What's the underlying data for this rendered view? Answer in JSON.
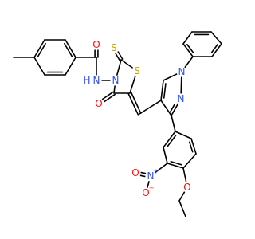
{
  "colors": {
    "bond": "#000000",
    "O": "#ff0d0d",
    "N": "#3050f8",
    "S": "#c8a400",
    "C": "#000000",
    "background": "#ffffff"
  },
  "molecule": {
    "atoms": [
      {
        "id": "me",
        "element": "C",
        "label": "",
        "charge": "",
        "h_side": ""
      },
      {
        "id": "t1",
        "element": "C",
        "label": "",
        "charge": "",
        "h_side": ""
      },
      {
        "id": "t2",
        "element": "C",
        "label": "",
        "charge": "",
        "h_side": ""
      },
      {
        "id": "t3",
        "element": "C",
        "label": "",
        "charge": "",
        "h_side": ""
      },
      {
        "id": "t4",
        "element": "C",
        "label": "",
        "charge": "",
        "h_side": ""
      },
      {
        "id": "t5",
        "element": "C",
        "label": "",
        "charge": "",
        "h_side": ""
      },
      {
        "id": "t6",
        "element": "C",
        "label": "",
        "charge": "",
        "h_side": ""
      },
      {
        "id": "co",
        "element": "C",
        "label": "",
        "charge": "",
        "h_side": ""
      },
      {
        "id": "o1",
        "element": "O",
        "label": "O",
        "charge": "",
        "h_side": ""
      },
      {
        "id": "nh",
        "element": "N",
        "label": "N",
        "charge": "",
        "h_side": "H"
      },
      {
        "id": "n3",
        "element": "N",
        "label": "N",
        "charge": "",
        "h_side": ""
      },
      {
        "id": "c2",
        "element": "C",
        "label": "",
        "charge": "",
        "h_side": ""
      },
      {
        "id": "s2",
        "element": "S",
        "label": "S",
        "charge": "",
        "h_side": ""
      },
      {
        "id": "s1",
        "element": "S",
        "label": "S",
        "charge": "",
        "h_side": ""
      },
      {
        "id": "c5",
        "element": "C",
        "label": "",
        "charge": "",
        "h_side": ""
      },
      {
        "id": "c4",
        "element": "C",
        "label": "",
        "charge": "",
        "h_side": ""
      },
      {
        "id": "o2",
        "element": "O",
        "label": "O",
        "charge": "",
        "h_side": ""
      },
      {
        "id": "ch",
        "element": "C",
        "label": "",
        "charge": "",
        "h_side": ""
      },
      {
        "id": "p4",
        "element": "C",
        "label": "",
        "charge": "",
        "h_side": ""
      },
      {
        "id": "p5",
        "element": "C",
        "label": "",
        "charge": "",
        "h_side": ""
      },
      {
        "id": "pn1",
        "element": "N",
        "label": "N",
        "charge": "",
        "h_side": ""
      },
      {
        "id": "pn2",
        "element": "N",
        "label": "N",
        "charge": "",
        "h_side": ""
      },
      {
        "id": "p3",
        "element": "C",
        "label": "",
        "charge": "",
        "h_side": ""
      },
      {
        "id": "ph1",
        "element": "C",
        "label": "",
        "charge": "",
        "h_side": ""
      },
      {
        "id": "ph2",
        "element": "C",
        "label": "",
        "charge": "",
        "h_side": ""
      },
      {
        "id": "ph3",
        "element": "C",
        "label": "",
        "charge": "",
        "h_side": ""
      },
      {
        "id": "ph4",
        "element": "C",
        "label": "",
        "charge": "",
        "h_side": ""
      },
      {
        "id": "ph5",
        "element": "C",
        "label": "",
        "charge": "",
        "h_side": ""
      },
      {
        "id": "ph6",
        "element": "C",
        "label": "",
        "charge": "",
        "h_side": ""
      },
      {
        "id": "a1",
        "element": "C",
        "label": "",
        "charge": "",
        "h_side": ""
      },
      {
        "id": "a2",
        "element": "C",
        "label": "",
        "charge": "",
        "h_side": ""
      },
      {
        "id": "a3",
        "element": "C",
        "label": "",
        "charge": "",
        "h_side": ""
      },
      {
        "id": "a4",
        "element": "C",
        "label": "",
        "charge": "",
        "h_side": ""
      },
      {
        "id": "a5",
        "element": "C",
        "label": "",
        "charge": "",
        "h_side": ""
      },
      {
        "id": "a6",
        "element": "C",
        "label": "",
        "charge": "",
        "h_side": ""
      },
      {
        "id": "nn",
        "element": "N",
        "label": "N",
        "charge": "+",
        "h_side": ""
      },
      {
        "id": "no1",
        "element": "O",
        "label": "O",
        "charge": "",
        "h_side": ""
      },
      {
        "id": "no2",
        "element": "O",
        "label": "O",
        "charge": "−",
        "h_side": ""
      },
      {
        "id": "oe",
        "element": "O",
        "label": "O",
        "charge": "",
        "h_side": ""
      },
      {
        "id": "e1",
        "element": "C",
        "label": "",
        "charge": "",
        "h_side": ""
      },
      {
        "id": "e2",
        "element": "C",
        "label": "",
        "charge": "",
        "h_side": ""
      }
    ],
    "bonds": [
      {
        "a": "me",
        "b": "t1",
        "order": 1
      },
      {
        "a": "t1",
        "b": "t2",
        "order": 2
      },
      {
        "a": "t2",
        "b": "t3",
        "order": 1
      },
      {
        "a": "t3",
        "b": "t4",
        "order": 2
      },
      {
        "a": "t4",
        "b": "t5",
        "order": 1
      },
      {
        "a": "t5",
        "b": "t6",
        "order": 2
      },
      {
        "a": "t6",
        "b": "t1",
        "order": 1
      },
      {
        "a": "t4",
        "b": "co",
        "order": 1
      },
      {
        "a": "co",
        "b": "o1",
        "order": 2
      },
      {
        "a": "co",
        "b": "nh",
        "order": 1
      },
      {
        "a": "nh",
        "b": "n3",
        "order": 1
      },
      {
        "a": "n3",
        "b": "c2",
        "order": 1
      },
      {
        "a": "c2",
        "b": "s2",
        "order": 2
      },
      {
        "a": "c2",
        "b": "s1",
        "order": 1
      },
      {
        "a": "s1",
        "b": "c5",
        "order": 1
      },
      {
        "a": "c5",
        "b": "c4",
        "order": 1
      },
      {
        "a": "c4",
        "b": "n3",
        "order": 1
      },
      {
        "a": "c4",
        "b": "o2",
        "order": 2
      },
      {
        "a": "c5",
        "b": "ch",
        "order": 2
      },
      {
        "a": "ch",
        "b": "p4",
        "order": 1
      },
      {
        "a": "p4",
        "b": "p5",
        "order": 2
      },
      {
        "a": "p5",
        "b": "pn1",
        "order": 1
      },
      {
        "a": "pn1",
        "b": "pn2",
        "order": 1
      },
      {
        "a": "pn2",
        "b": "p3",
        "order": 2
      },
      {
        "a": "p3",
        "b": "p4",
        "order": 1
      },
      {
        "a": "pn1",
        "b": "ph1",
        "order": 1
      },
      {
        "a": "ph1",
        "b": "ph2",
        "order": 2
      },
      {
        "a": "ph2",
        "b": "ph3",
        "order": 1
      },
      {
        "a": "ph3",
        "b": "ph4",
        "order": 2
      },
      {
        "a": "ph4",
        "b": "ph5",
        "order": 1
      },
      {
        "a": "ph5",
        "b": "ph6",
        "order": 2
      },
      {
        "a": "ph6",
        "b": "ph1",
        "order": 1
      },
      {
        "a": "p3",
        "b": "a1",
        "order": 1
      },
      {
        "a": "a1",
        "b": "a2",
        "order": 2
      },
      {
        "a": "a2",
        "b": "a3",
        "order": 1
      },
      {
        "a": "a3",
        "b": "a4",
        "order": 2
      },
      {
        "a": "a4",
        "b": "a5",
        "order": 1
      },
      {
        "a": "a5",
        "b": "a6",
        "order": 2
      },
      {
        "a": "a6",
        "b": "a1",
        "order": 1
      },
      {
        "a": "a3",
        "b": "nn",
        "order": 1
      },
      {
        "a": "nn",
        "b": "no1",
        "order": 2
      },
      {
        "a": "nn",
        "b": "no2",
        "order": 1
      },
      {
        "a": "a4",
        "b": "oe",
        "order": 1
      },
      {
        "a": "oe",
        "b": "e1",
        "order": 1
      },
      {
        "a": "e1",
        "b": "e2",
        "order": 1
      }
    ]
  }
}
